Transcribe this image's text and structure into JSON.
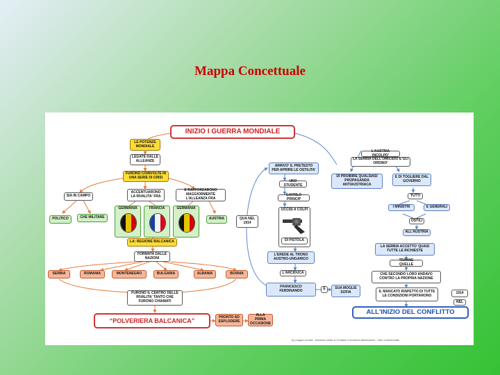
{
  "slide": {
    "title": "Mappa Concettuale"
  },
  "map": {
    "title": "INIZIO I GUERRA MONDIALE",
    "left": {
      "potenze": "LE POTENZE MONDIALE",
      "legate": "LEGATE DALLE ALLEANZE",
      "furono": "FURONO COINVOLTE IN UNA SERIE DI CRISI",
      "sia": "SIA IN CAMPO",
      "politico": "POLITICO",
      "militare": "CHE MILITARE",
      "accentuarono": "ACCENTUARONO LA RIVALITA' FRA",
      "rafforzarono": "E RAFFORZARONO MAGGIORMENTE L'ALLEANZA FRA",
      "germania1": "GERMANIA",
      "francia": "FRANCIA",
      "germania2": "GERMANIA",
      "austria_l": "AUSTRIA",
      "regione": "LA: REGIONE BALCANICA",
      "formata": "FORMATA DALLE NAZIONI",
      "nations": [
        "SERBIA",
        "ROMANIA",
        "MONTENEGRO",
        "BULGARIA",
        "ALBANIA",
        "BOSNIA"
      ],
      "centro": "FURONO IL CENTRO DELLE RIVALITA' TANTO CHE FURONO CHIAMATI",
      "polveriera": "“POLVERIERA BALCANICA”",
      "pronto": "PRONTO AD ESPLODERE",
      "occasione": "ALLA PRIMA OCCASIONE"
    },
    "center": {
      "anno": "QUA NEL 1914",
      "arrivo": "ARRIVO' IL PRETESTO PER APRIRE LE OSTILITA'",
      "studente": "UNO STUDENTE",
      "gavrilo": "GAVRILO PRINCIP",
      "uccisi": "UCCISI A COLPI",
      "pistola": "DI PISTOLA",
      "erede": "L'EREDE AL TRONO AUSTRO-UNGARICO",
      "arciduca": "L'ARCIDUCA",
      "francesco": "FRANCESCO FERDINANDO",
      "e": "E",
      "sofia": "SUA MOGLIE SOFIA"
    },
    "right": {
      "austria_incolpo": "L'AUSTRIA INCOLPO'",
      "serbia_omicidio": "LA SERBIA DELL'OMICIDIO E GLI ORDINO'",
      "proibire": "DI PROIBIRE QUALSIASI PROPAGANDA ANTIAUSTRIACA",
      "togliere": "E DI TOGLIERE DAL GOVERNO",
      "tutti": "TUTTI",
      "ministri": "I MINISTRI",
      "generali": "E GENERALI",
      "ostili": "OSTILI",
      "allaustria": "ALL'AUSTRIA",
      "accetto": "LA SERBIA ACCETTO' QUASI TUTTE LE RICHIESTE",
      "tranne": "TRANNE QUELLE",
      "secondo": "CHE SECONDO LORO ANDAVO CONTRO LA PROPRIA NAZIONE",
      "mancato": "IL MANCATO RISPETTO DI TUTTE LE CONDIZIONI PORTARONO",
      "nel": "NEL",
      "anno": "1914",
      "conflitto": "ALL'INIZIO DEL CONFLITTO"
    },
    "footer": "by mappe scuola - licensed under a Creative Commons Attribuzione - Non commerciale"
  },
  "colors": {
    "title_red": "#cc0000",
    "link_orange": "#e07a3a",
    "link_blue": "#5a86c8",
    "node_gold": "#ffdd33",
    "node_salmon": "#f6b69a",
    "node_green": "#d3f0c7",
    "node_blue": "#dbe8fb"
  }
}
